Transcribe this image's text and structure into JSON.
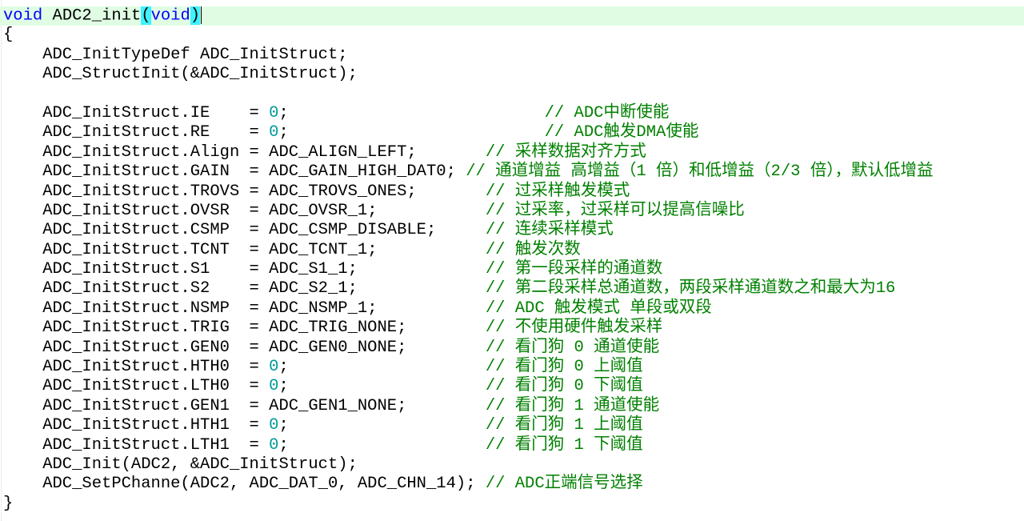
{
  "editor": {
    "colors": {
      "keyword": "#0000ff",
      "number": "#009999",
      "comment": "#008000",
      "current_line_bg": "#e0fde4",
      "brace_match_bg": "#3ef2ff"
    },
    "signature": {
      "return_type": "void",
      "name": " ADC2_init",
      "open_paren": "(",
      "param": "void",
      "close_paren": ")"
    },
    "open_brace": "{",
    "close_brace": "}",
    "decl": "    ADC_InitTypeDef ADC_InitStruct;",
    "struct_init": "    ADC_StructInit(&ADC_InitStruct);",
    "assignments": [
      {
        "lhs": "    ADC_InitStruct.IE    = ",
        "num": "0",
        "rhs": "",
        "tail": ";                          ",
        "comment": "// ADC中断使能"
      },
      {
        "lhs": "    ADC_InitStruct.RE    = ",
        "num": "0",
        "rhs": "",
        "tail": ";                          ",
        "comment": "// ADC触发DMA使能"
      },
      {
        "lhs": "    ADC_InitStruct.Align = ",
        "num": "",
        "rhs": "ADC_ALIGN_LEFT",
        "tail": ";       ",
        "comment": "// 采样数据对齐方式"
      },
      {
        "lhs": "    ADC_InitStruct.GAIN  = ",
        "num": "",
        "rhs": "ADC_GAIN_HIGH_DAT0",
        "tail": "; ",
        "comment": "// 通道增益 高增益（1 倍）和低增益（2/3 倍），默认低增益"
      },
      {
        "lhs": "    ADC_InitStruct.TROVS = ",
        "num": "",
        "rhs": "ADC_TROVS_ONES",
        "tail": ";       ",
        "comment": "// 过采样触发模式"
      },
      {
        "lhs": "    ADC_InitStruct.OVSR  = ",
        "num": "",
        "rhs": "ADC_OVSR_1",
        "tail": ";           ",
        "comment": "// 过采率，过采样可以提高信噪比"
      },
      {
        "lhs": "    ADC_InitStruct.CSMP  = ",
        "num": "",
        "rhs": "ADC_CSMP_DISABLE",
        "tail": ";     ",
        "comment": "// 连续采样模式"
      },
      {
        "lhs": "    ADC_InitStruct.TCNT  = ",
        "num": "",
        "rhs": "ADC_TCNT_1",
        "tail": ";           ",
        "comment": "// 触发次数"
      },
      {
        "lhs": "    ADC_InitStruct.S1    = ",
        "num": "",
        "rhs": "ADC_S1_1",
        "tail": ";             ",
        "comment": "// 第一段采样的通道数"
      },
      {
        "lhs": "    ADC_InitStruct.S2    = ",
        "num": "",
        "rhs": "ADC_S2_1",
        "tail": ";             ",
        "comment": "// 第二段采样总通道数，两段采样通道数之和最大为16"
      },
      {
        "lhs": "    ADC_InitStruct.NSMP  = ",
        "num": "",
        "rhs": "ADC_NSMP_1",
        "tail": ";           ",
        "comment": "// ADC 触发模式 单段或双段"
      },
      {
        "lhs": "    ADC_InitStruct.TRIG  = ",
        "num": "",
        "rhs": "ADC_TRIG_NONE",
        "tail": ";        ",
        "comment": "// 不使用硬件触发采样"
      },
      {
        "lhs": "    ADC_InitStruct.GEN0  = ",
        "num": "",
        "rhs": "ADC_GEN0_NONE",
        "tail": ";        ",
        "comment": "// 看门狗 0 通道使能"
      },
      {
        "lhs": "    ADC_InitStruct.HTH0  = ",
        "num": "0",
        "rhs": "",
        "tail": ";                    ",
        "comment": "// 看门狗 0 上阈值"
      },
      {
        "lhs": "    ADC_InitStruct.LTH0  = ",
        "num": "0",
        "rhs": "",
        "tail": ";                    ",
        "comment": "// 看门狗 0 下阈值"
      },
      {
        "lhs": "    ADC_InitStruct.GEN1  = ",
        "num": "",
        "rhs": "ADC_GEN1_NONE",
        "tail": ";        ",
        "comment": "// 看门狗 1 通道使能"
      },
      {
        "lhs": "    ADC_InitStruct.HTH1  = ",
        "num": "0",
        "rhs": "",
        "tail": ";                    ",
        "comment": "// 看门狗 1 上阈值"
      },
      {
        "lhs": "    ADC_InitStruct.LTH1  = ",
        "num": "0",
        "rhs": "",
        "tail": ";                    ",
        "comment": "// 看门狗 1 下阈值"
      }
    ],
    "adc_init_call": "    ADC_Init(ADC2, &ADC_InitStruct);",
    "set_channel_call": "    ADC_SetPChanne(ADC2, ADC_DAT_0, ADC_CHN_14); ",
    "set_channel_comment": "// ADC正端信号选择"
  }
}
